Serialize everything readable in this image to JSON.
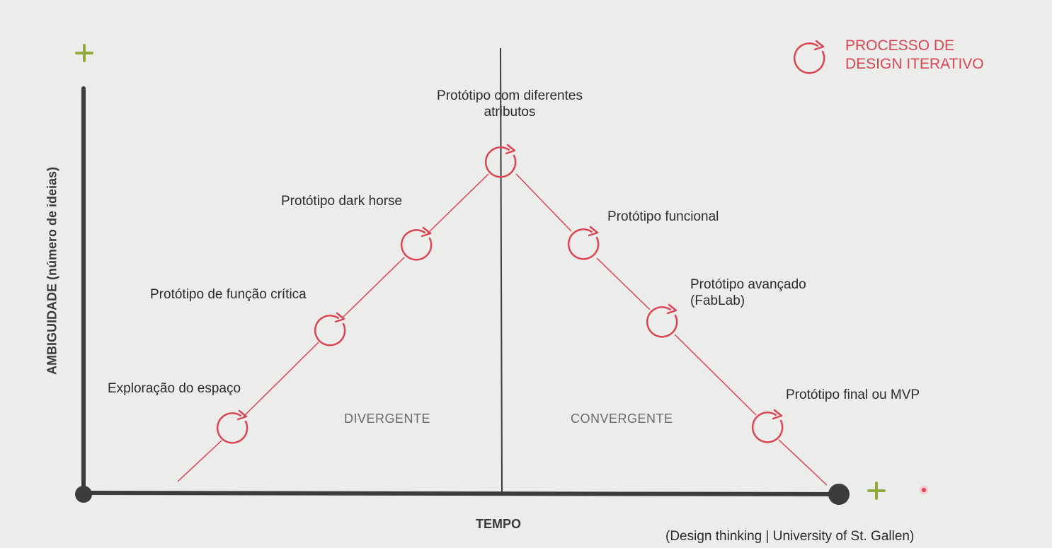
{
  "legend": {
    "line1": "PROCESSO DE",
    "line2": "DESIGN ITERATIVO",
    "icon": "cycle-arrow-icon"
  },
  "axes": {
    "y_title": "AMBIGUIDADE (número de ideias)",
    "x_title": "TEMPO",
    "plus_icon": "plus-icon"
  },
  "phases": {
    "left": "DIVERGENTE",
    "right": "CONVERGENTE"
  },
  "stages": {
    "s1": "Exploração do espaço",
    "s2": "Protótipo de função crítica",
    "s3": "Protótipo dark horse",
    "s4_line1": "Protótipo com diferentes",
    "s4_line2": "atributos",
    "s5": "Protótipo funcional",
    "s6_line1": "Protótipo avançado",
    "s6_line2": "(FabLab)",
    "s7": "Protótipo final ou MVP"
  },
  "credit": "(Design thinking | University of St. Gallen)",
  "colors": {
    "accent_red": "#d94552",
    "plus_green": "#8eab3c",
    "axis": "#3c3c3c",
    "background": "#ececeb"
  }
}
